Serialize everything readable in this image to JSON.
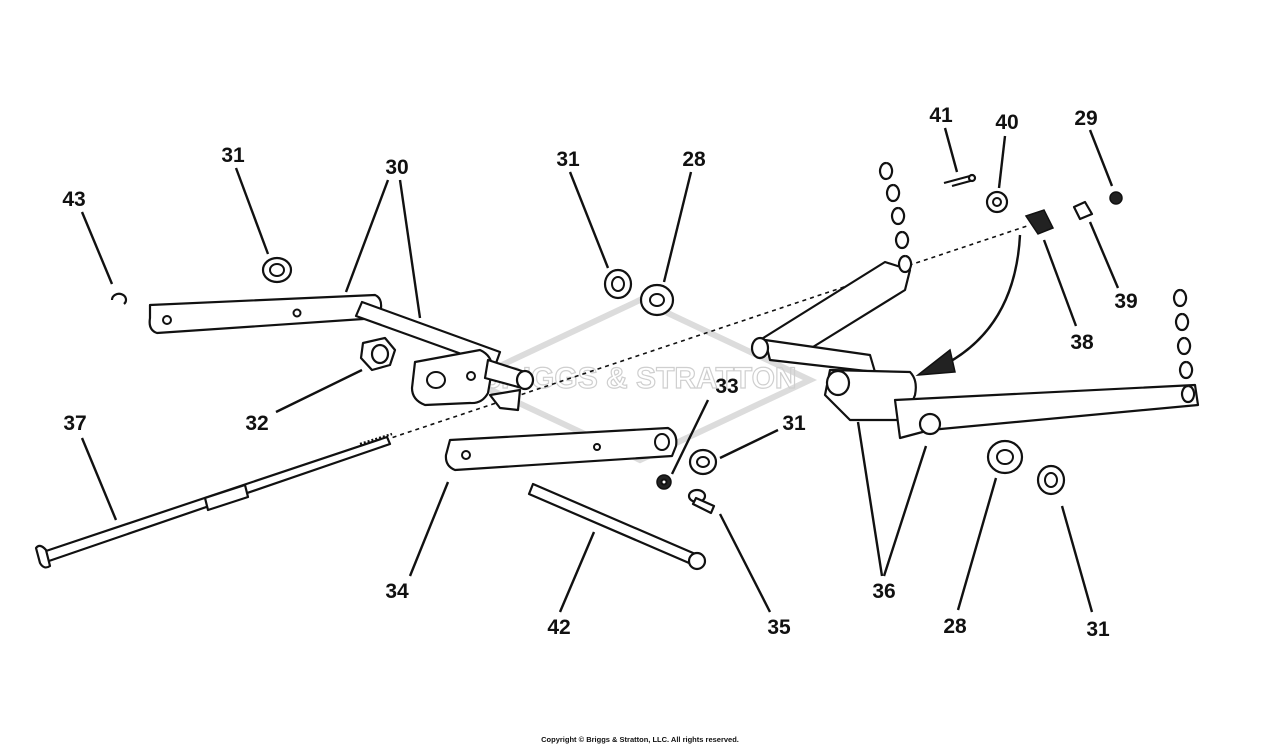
{
  "watermark": "BRIGGS & STRATTON",
  "copyright": "Copyright © Briggs & Stratton, LLC. All rights reserved.",
  "callouts": [
    {
      "id": "43",
      "label": "43"
    },
    {
      "id": "31a",
      "label": "31"
    },
    {
      "id": "30",
      "label": "30"
    },
    {
      "id": "31b",
      "label": "31"
    },
    {
      "id": "28a",
      "label": "28"
    },
    {
      "id": "41",
      "label": "41"
    },
    {
      "id": "40",
      "label": "40"
    },
    {
      "id": "29",
      "label": "29"
    },
    {
      "id": "39",
      "label": "39"
    },
    {
      "id": "38",
      "label": "38"
    },
    {
      "id": "32",
      "label": "32"
    },
    {
      "id": "33",
      "label": "33"
    },
    {
      "id": "31c",
      "label": "31"
    },
    {
      "id": "37",
      "label": "37"
    },
    {
      "id": "34",
      "label": "34"
    },
    {
      "id": "42",
      "label": "42"
    },
    {
      "id": "35",
      "label": "35"
    },
    {
      "id": "36",
      "label": "36"
    },
    {
      "id": "28b",
      "label": "28"
    },
    {
      "id": "31d",
      "label": "31"
    }
  ]
}
